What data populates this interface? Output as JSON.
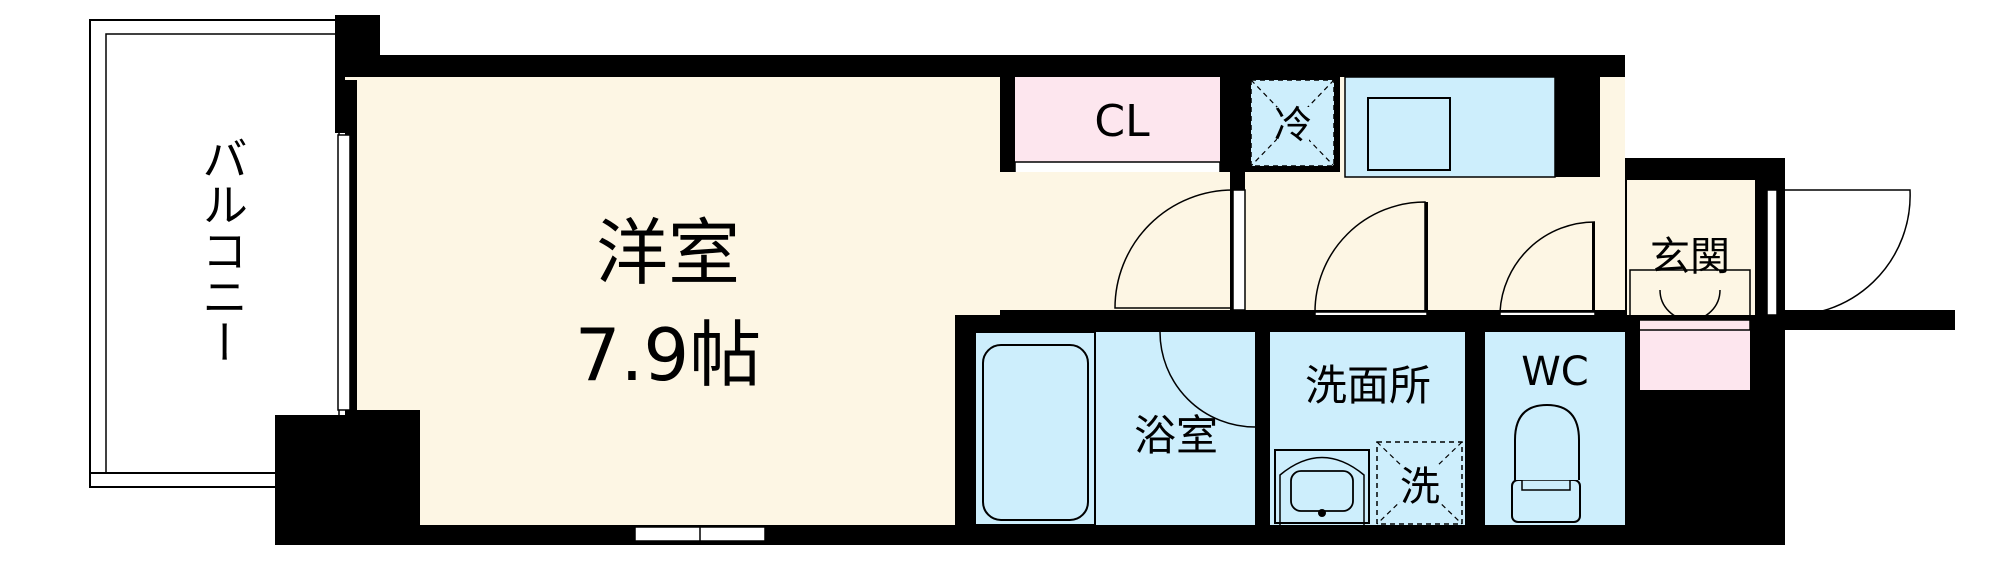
{
  "rooms": {
    "western_room": {
      "name": "洋室",
      "size": "7.9帖"
    },
    "balcony": {
      "label": "バルコニー"
    },
    "closet": {
      "label": "CL"
    },
    "fridge": {
      "label": "冷"
    },
    "entrance": {
      "label": "玄関"
    },
    "bathroom": {
      "label": "浴室"
    },
    "washroom": {
      "label": "洗面所"
    },
    "washer": {
      "label": "洗"
    },
    "toilet": {
      "label": "WC"
    }
  },
  "colors": {
    "wall": "#000000",
    "western_floor": "#fdf6e4",
    "kitchen_floor": "#fdf6e4",
    "wet_area": "#cdeefc",
    "closet_pink": "#fde6ee",
    "white": "#ffffff"
  }
}
